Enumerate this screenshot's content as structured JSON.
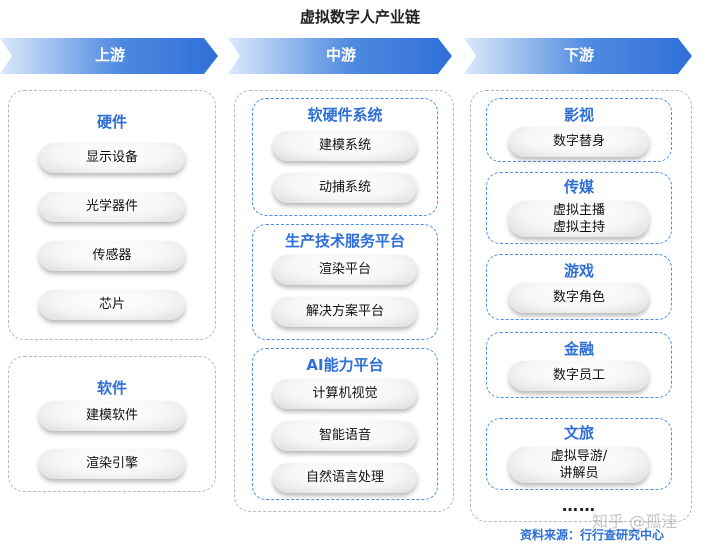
{
  "title": "虚拟数字人产业链",
  "colors": {
    "arrow_dark": "#2f6fd8",
    "arrow_light": "#dbe9fb",
    "accent": "#2e6fd6"
  },
  "upstream": {
    "label": "上游",
    "hardware": {
      "title": "硬件",
      "items": [
        "显示设备",
        "光学器件",
        "传感器",
        "芯片"
      ]
    },
    "software": {
      "title": "软件",
      "items": [
        "建模软件",
        "渲染引擎"
      ]
    }
  },
  "midstream": {
    "label": "中游",
    "groups": [
      {
        "title": "软硬件系统",
        "items": [
          "建模系统",
          "动捕系统"
        ]
      },
      {
        "title": "生产技术服务平台",
        "items": [
          "渲染平台",
          "解决方案平台"
        ]
      },
      {
        "title": "AI能力平台",
        "items": [
          "计算机视觉",
          "智能语音",
          "自然语言处理"
        ]
      }
    ]
  },
  "downstream": {
    "label": "下游",
    "groups": [
      {
        "title": "影视",
        "items": [
          "数字替身"
        ]
      },
      {
        "title": "传媒",
        "items": [
          "虚拟主播\n虚拟主持"
        ]
      },
      {
        "title": "游戏",
        "items": [
          "数字角色"
        ]
      },
      {
        "title": "金融",
        "items": [
          "数字员工"
        ]
      },
      {
        "title": "文旅",
        "items": [
          "虚拟导游/\n讲解员"
        ]
      }
    ],
    "more": "……"
  },
  "source": "资料来源：行行查研究中心",
  "watermark": "知乎 @孤洼"
}
